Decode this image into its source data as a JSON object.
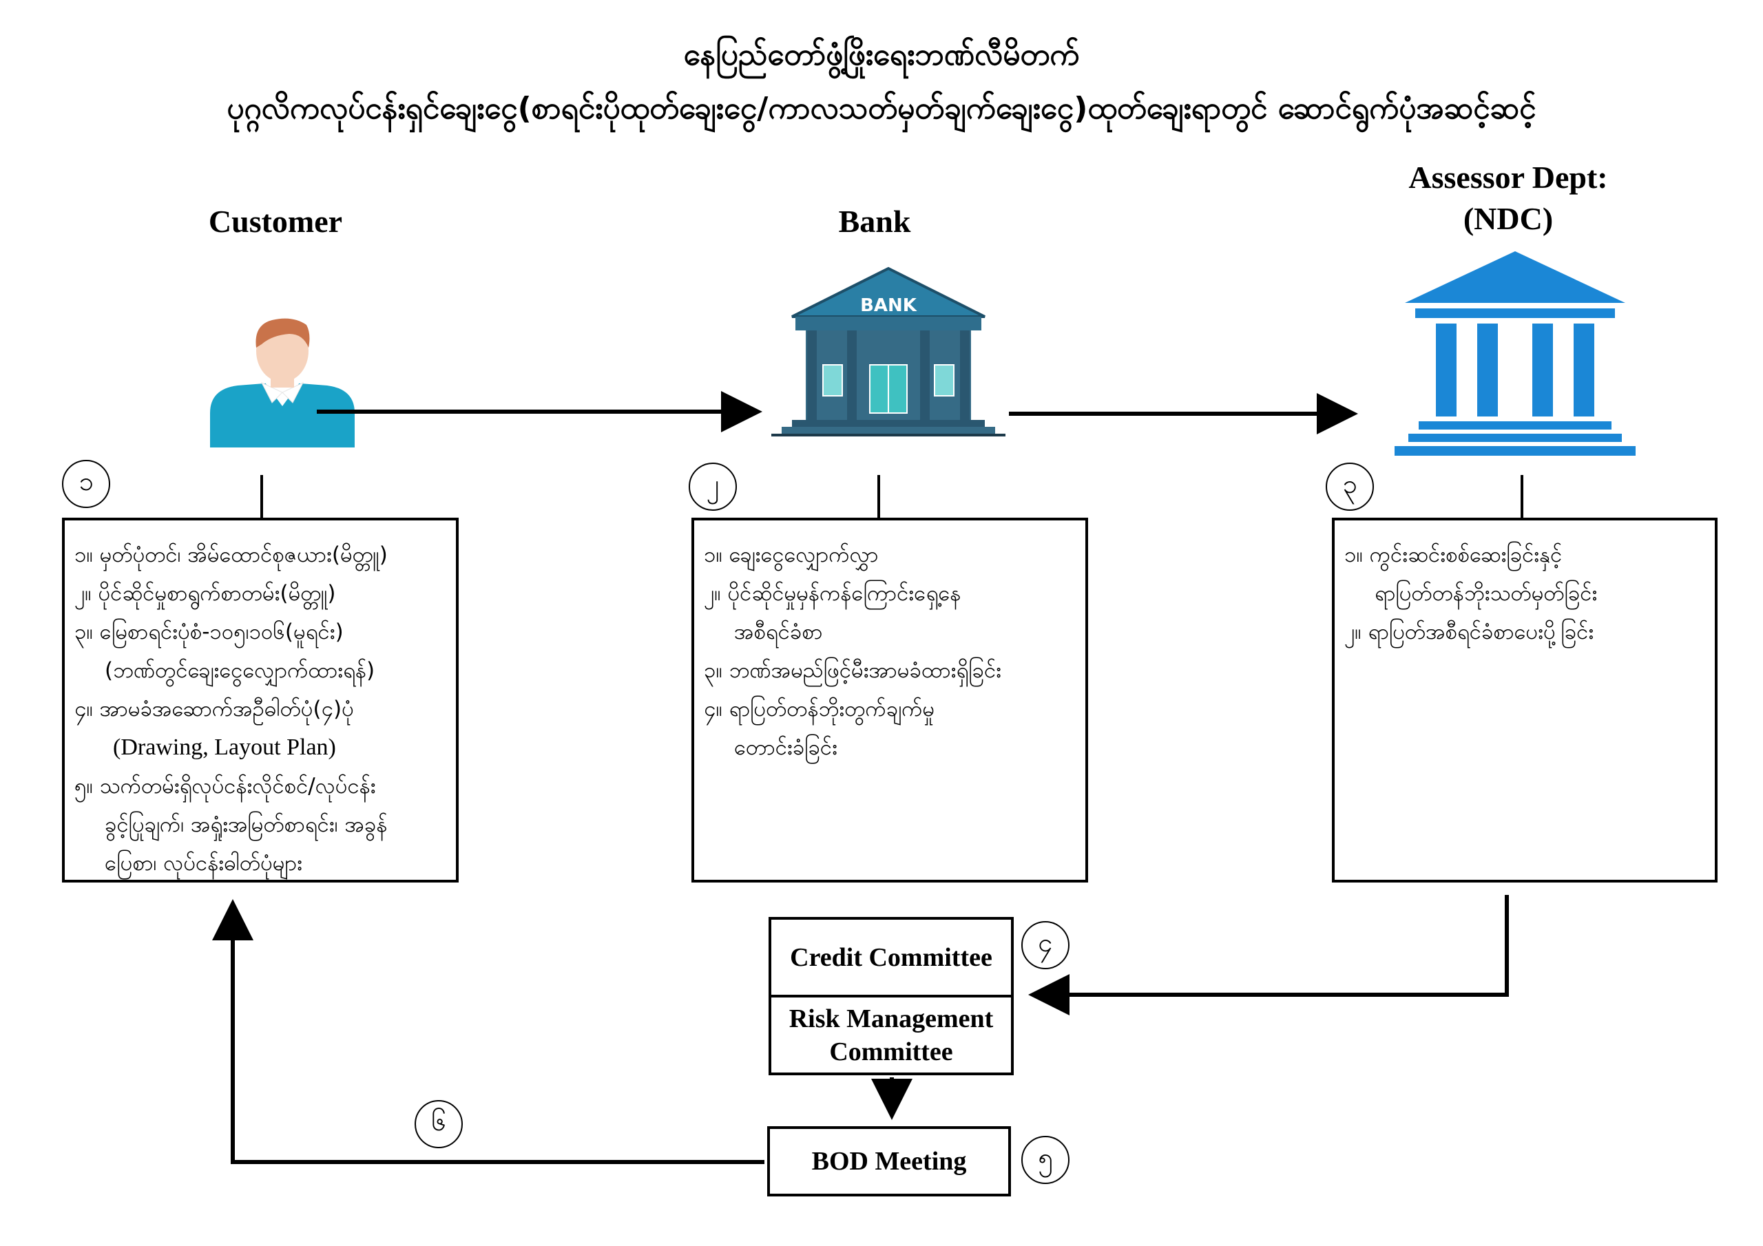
{
  "title": {
    "line1": "နေပြည်တော်ဖွံ့ဖြိုးရေးဘဏ်လီမိတက်",
    "line2": "ပုဂ္ဂလိကလုပ်ငန်းရှင်ချေးငွေ(စာရင်းပိုထုတ်ချေးငွေ/ကာလသတ်မှတ်ချက်ချေးငွေ)ထုတ်ချေးရာတွင် ဆောင်ရွက်ပုံအဆင့်ဆင့်"
  },
  "columns": {
    "customer": {
      "heading": "Customer",
      "step": "၁"
    },
    "bank": {
      "heading": "Bank",
      "step": "၂",
      "sign": "BANK"
    },
    "assessor": {
      "heading_line1": "Assessor Dept:",
      "heading_line2": "(NDC)",
      "step": "၃"
    }
  },
  "customer_box": {
    "items": [
      "၁။ မှတ်ပုံတင်၊ အိမ်ထောင်စုဇယား(မိတ္တူ)",
      "၂။ ပိုင်ဆိုင်မှုစာရွက်စာတမ်း(မိတ္တူ)",
      "၃။ မြေစာရင်းပုံစံ-၁၀၅၊၁၀၆(မူရင်း)",
      "(ဘဏ်တွင်ချေးငွေလျှောက်ထားရန်)",
      "၄။ အာမခံအဆောက်အဦဓါတ်ပုံ(၄)ပုံ",
      "(Drawing, Layout Plan)",
      "၅။ သက်တမ်းရှိလုပ်ငန်းလိုင်စင်/လုပ်ငန်း",
      "ခွင့်ပြုချက်၊ အရှုံးအမြတ်စာရင်း၊ အခွန်",
      "ပြေစာ၊ လုပ်ငန်းဓါတ်ပုံများ"
    ]
  },
  "bank_box": {
    "items": [
      "၁။ ချေးငွေလျှောက်လွှာ",
      "၂။ ပိုင်ဆိုင်မှုမှန်ကန်ကြောင်းရှေ့နေ",
      "အစီရင်ခံစာ",
      "၃။ ဘဏ်အမည်ဖြင့်မီးအာမခံထားရှိခြင်း",
      "၄။ ရာပြတ်တန်ဘိုးတွက်ချက်မှု",
      "တောင်းခံခြင်း"
    ]
  },
  "assessor_box": {
    "items": [
      "၁။ ကွင်းဆင်းစစ်ဆေးခြင်းနှင့်",
      "ရာပြတ်တန်ဘိုးသတ်မှတ်ခြင်း",
      "၂။ ရာပြတ်အစီရင်ခံစာပေးပို့ခြင်း"
    ]
  },
  "committee": {
    "credit": "Credit Committee",
    "risk": "Risk Management Committee",
    "step": "၄"
  },
  "bod": {
    "label": "BOD  Meeting",
    "step": "၅"
  },
  "return_step": "၆",
  "colors": {
    "customer_shirt": "#1aa3c8",
    "customer_skin": "#f6d3bd",
    "customer_hair": "#c9734a",
    "bank_roof": "#2a7fa5",
    "bank_body": "#366b86",
    "bank_door": "#3fc1c1",
    "assessor_blue": "#1b87d6"
  }
}
